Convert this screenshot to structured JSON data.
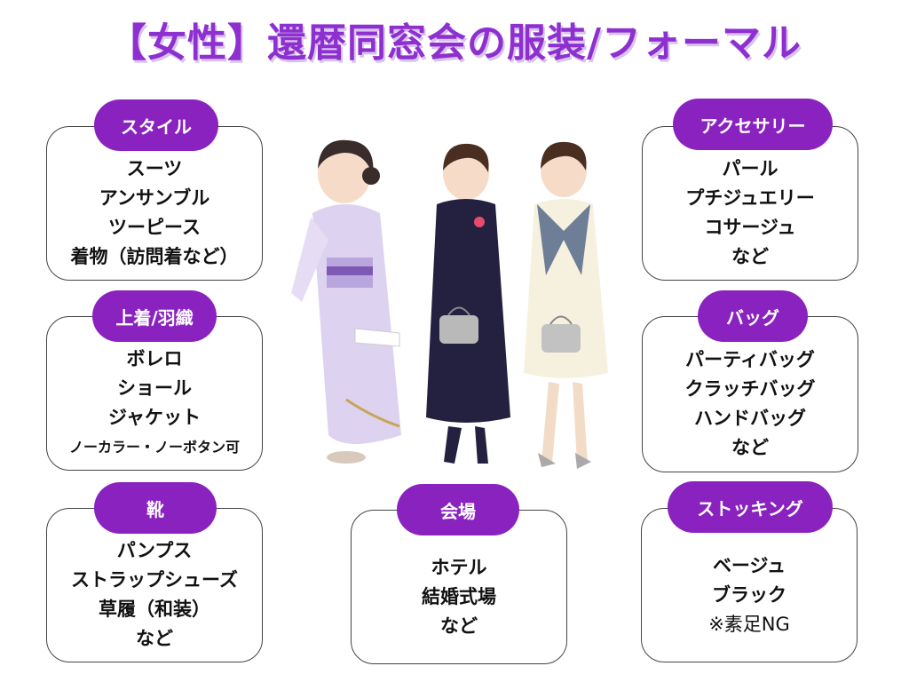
{
  "title": "【女性】還暦同窓会の服装/フォーマル",
  "sections": {
    "style": {
      "label": "スタイル",
      "items": [
        "スーツ",
        "アンサンブル",
        "ツーピース",
        "着物（訪問着など）"
      ]
    },
    "outerwear": {
      "label": "上着/羽織",
      "items": [
        "ボレロ",
        "ショール",
        "ジャケット",
        "ノーカラー・ノーボタン可"
      ]
    },
    "shoes": {
      "label": "靴",
      "items": [
        "パンプス",
        "ストラップシューズ",
        "草履（和装）",
        "など"
      ]
    },
    "venue": {
      "label": "会場",
      "items": [
        "ホテル",
        "結婚式場",
        "など"
      ]
    },
    "accessories": {
      "label": "アクセサリー",
      "items": [
        "パール",
        "プチジュエリー",
        "コサージュ",
        "など"
      ]
    },
    "bag": {
      "label": "バッグ",
      "items": [
        "パーティバッグ",
        "クラッチバッグ",
        "ハンドバッグ",
        "など"
      ]
    },
    "stockings": {
      "label": "ストッキング",
      "items": [
        "ベージュ",
        "ブラック",
        "※素足NG"
      ]
    }
  },
  "colors": {
    "accent": "#8a22c0",
    "title": "#8e2fd0"
  }
}
